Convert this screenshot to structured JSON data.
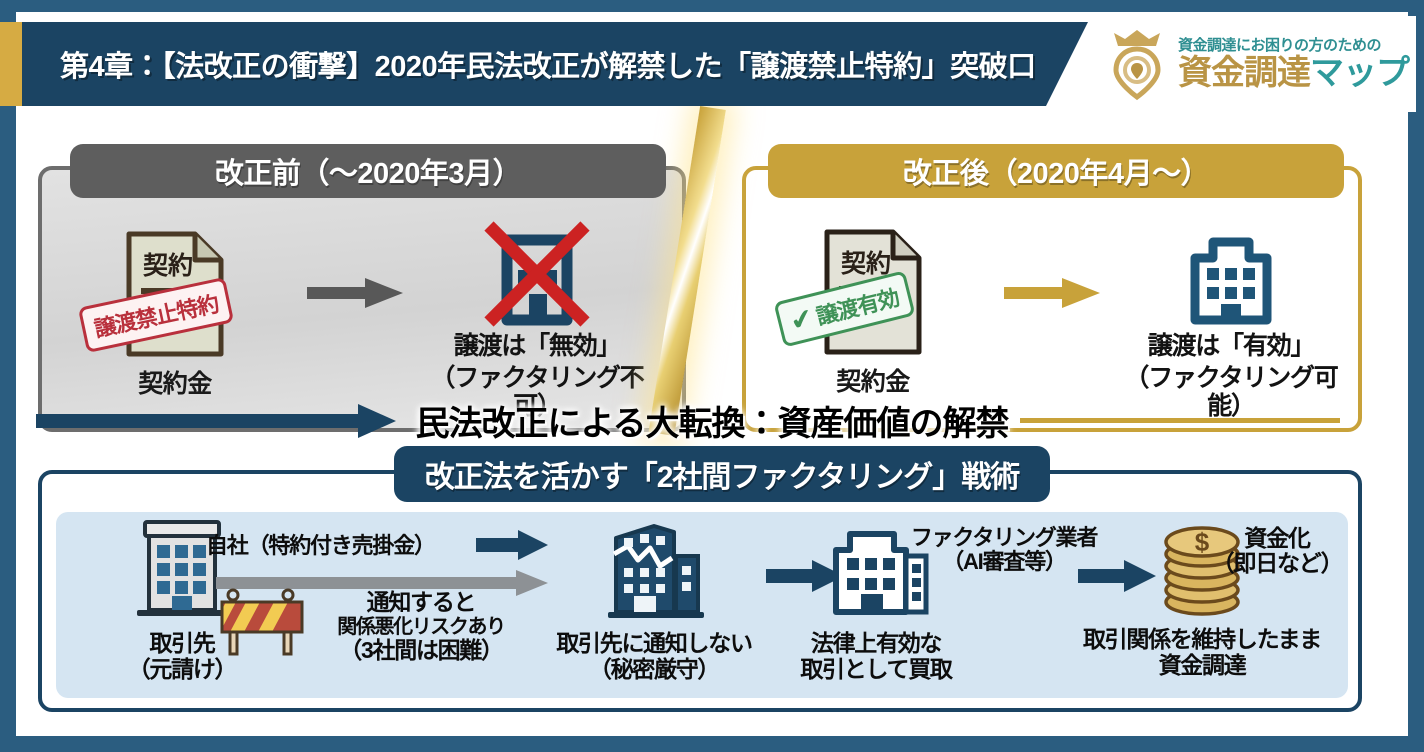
{
  "header": {
    "chapter_title": "第4章：【法改正の衝撃】2020年民法改正が解禁した「譲渡禁止特約」突破口",
    "logo_sub": "資金調達にお困りの方のための",
    "logo_main_gold": "資金調達",
    "logo_main_teal": "マップ",
    "accent_navy": "#1b4463",
    "accent_gold": "#d6ab43",
    "accent_teal": "#2f9a9c"
  },
  "before_panel": {
    "heading": "改正前（～2020年3月）",
    "document_stamp": "譲渡禁止特約",
    "document_label": "契約",
    "document_caption": "契約金",
    "result_line1": "譲渡は「無効」",
    "result_line2": "（ファクタリング不可）",
    "panel_color": "#5e5e5e",
    "stamp_color": "#b9303c"
  },
  "after_panel": {
    "heading": "改正後（2020年4月～）",
    "document_stamp": "譲渡有効",
    "document_label": "契約",
    "document_caption": "契約金",
    "result_line1": "譲渡は「有効」",
    "result_line2": "（ファクタリング可能）",
    "panel_color": "#c8a23a",
    "stamp_color": "#3f9257"
  },
  "statement": "民法改正による大転換：資産価値の解禁",
  "bottom": {
    "heading": "改正法を活かす「2社間ファクタリング」戦術",
    "background": "#d5e5f2",
    "steps": [
      {
        "icon": "office-building-icon",
        "caption_line1": "取引先",
        "caption_line2": "（元請け）"
      },
      {
        "icon": "barrier-icon",
        "top_label": "自社（特約付き売掛金）",
        "risk_line1": "通知すると",
        "risk_line2": "関係悪化リスクあり",
        "risk_line3": "（3社間は困難）"
      },
      {
        "icon": "broken-building-icon",
        "caption_line1": "取引先に通知しない",
        "caption_line2": "（秘密厳守）"
      },
      {
        "icon": "factoring-company-icon",
        "top_line1": "ファクタリング業者",
        "top_line2": "（AI審査等）",
        "caption_line1": "法律上有効な",
        "caption_line2": "取引として買取"
      },
      {
        "icon": "coin-stack-icon",
        "top_line1": "資金化",
        "top_line2": "（即日など）",
        "caption_line1": "取引関係を維持したまま",
        "caption_line2": "資金調達"
      }
    ]
  }
}
